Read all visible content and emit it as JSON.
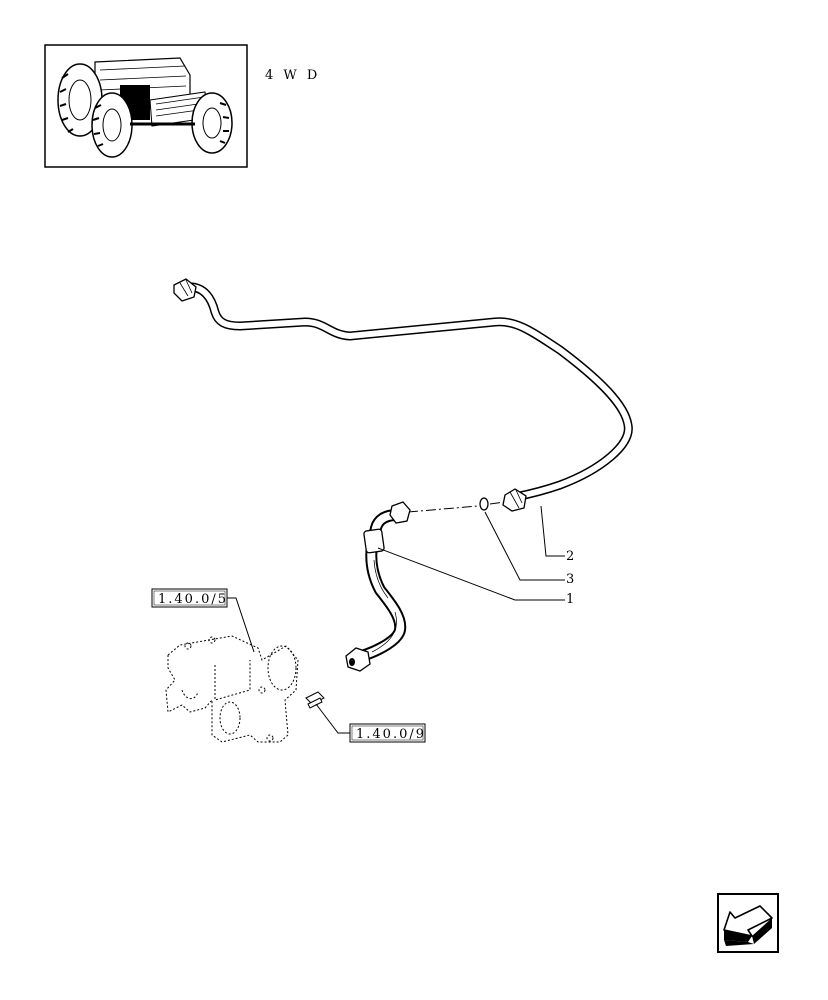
{
  "header": {
    "variant_label": "4 W D"
  },
  "refs": {
    "upper": "1.40.0/5",
    "lower": "1.40.0/9"
  },
  "callouts": {
    "c1": "1",
    "c2": "2",
    "c3": "3"
  },
  "nav": {
    "icon": "arrow-left-icon"
  }
}
